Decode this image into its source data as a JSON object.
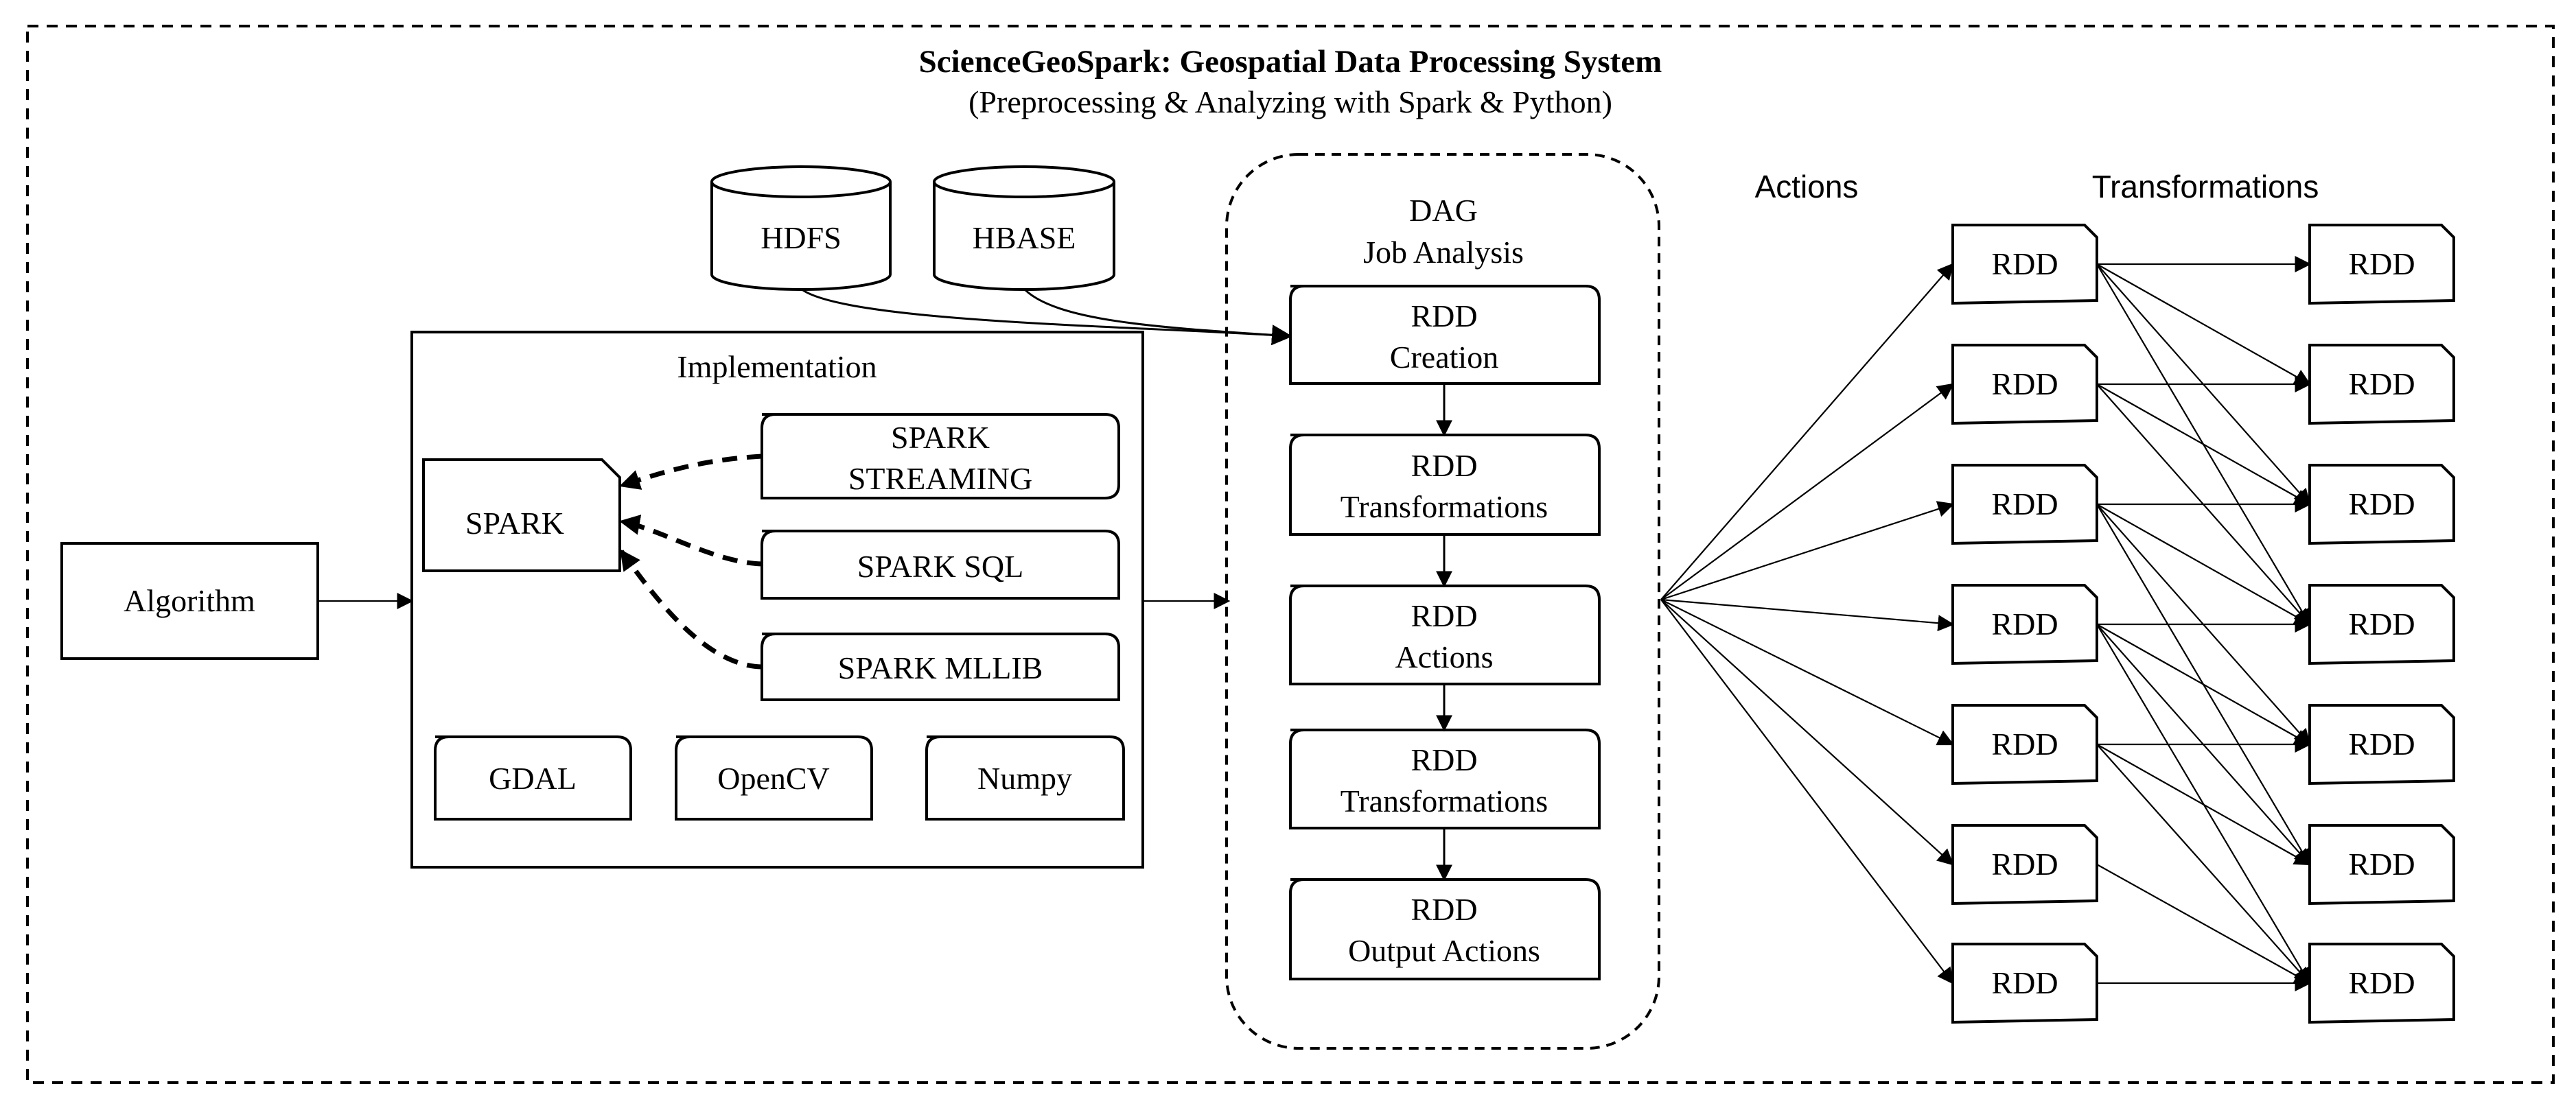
{
  "header": {
    "title": "ScienceGeoSpark: Geospatial Data Processing System",
    "subtitle": "(Preprocessing & Analyzing  with Spark & Python)"
  },
  "storage": {
    "hdfs": "HDFS",
    "hbase": "HBASE"
  },
  "algorithm": "Algorithm",
  "implementation": {
    "label": "Implementation",
    "spark": "SPARK",
    "streaming_line1": "SPARK",
    "streaming_line2": "STREAMING",
    "sql": "SPARK SQL",
    "mllib": "SPARK MLLIB",
    "libs": [
      "GDAL",
      "OpenCV",
      "Numpy"
    ]
  },
  "dag": {
    "line1": "DAG",
    "line2": "Job Analysis",
    "steps": [
      {
        "line1": "RDD",
        "line2": "Creation"
      },
      {
        "line1": "RDD",
        "line2": "Transformations"
      },
      {
        "line1": "RDD",
        "line2": "Actions"
      },
      {
        "line1": "RDD",
        "line2": "Transformations"
      },
      {
        "line1": "RDD",
        "line2": "Output Actions"
      }
    ]
  },
  "rdd_graph": {
    "actions_label": "Actions",
    "transformations_label": "Transformations",
    "node_label": "RDD",
    "left_count": 7,
    "right_count": 7
  }
}
